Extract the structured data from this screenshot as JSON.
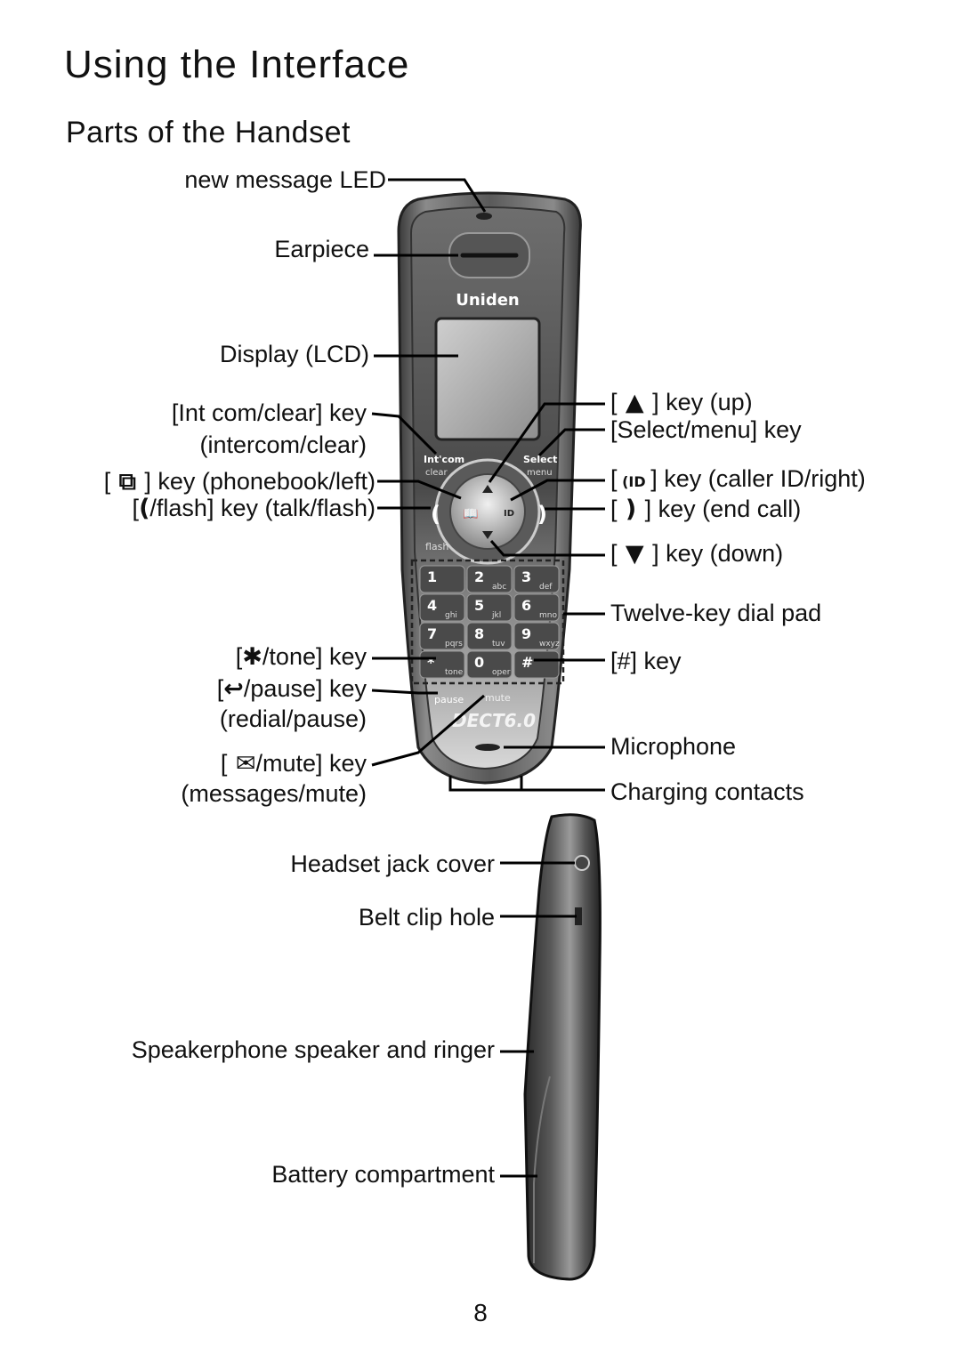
{
  "page": {
    "title": "Using the Interface",
    "subtitle": "Parts of the Handset",
    "page_number": "8"
  },
  "handset_brand": "Uniden",
  "dect_badge": "DECT6.0",
  "keys_on_handset": {
    "intcom": "Int'com",
    "clear": "clear",
    "select": "Select",
    "menu": "menu",
    "flash": "flash",
    "pause": "pause",
    "mute": "mute",
    "tone": "tone",
    "oper": "oper",
    "digits": [
      "1",
      "2",
      "3",
      "4",
      "5",
      "6",
      "7",
      "8",
      "9",
      "*",
      "0",
      "#"
    ],
    "letters": [
      "",
      "abc",
      "def",
      "ghi",
      "jkl",
      "mno",
      "pqrs",
      "tuv",
      "wxyz",
      "tone",
      "oper",
      ""
    ]
  },
  "labels_left": {
    "new_message_led": "new message  LED",
    "earpiece": "Earpiece",
    "display": "Display (LCD)",
    "intcom_key": "[Int com/clear]  key",
    "intcom_key_desc": "(intercom/clear)",
    "phonebook_key_pre": "[",
    "phonebook_key_post": "] key (phonebook/left)",
    "talk_key_pre": "[",
    "talk_key_post": "/flash]  key (talk/flash)",
    "tone_key_pre": "[",
    "tone_key_post": "/tone]  key",
    "pause_key_pre": "[",
    "pause_key_post": "/pause]  key",
    "pause_key_desc": "(redial/pause)",
    "mute_key_pre": "[",
    "mute_key_post": "/mute]  key",
    "mute_key_desc": "(messages/mute)"
  },
  "labels_right": {
    "up_key_pre": "[",
    "up_key_post": "]  key (up)",
    "select_key": "[Select/menu]  key",
    "callerid_key_pre": "[",
    "callerid_key_post": "]  key (caller ID/right)",
    "endcall_key_pre": "[",
    "endcall_key_post": "]  key (end call)",
    "down_key_pre": "[",
    "down_key_post": "]  key (down)",
    "dialpad": "Twelve-key dial pad",
    "pound_key": "[#]  key",
    "microphone": "Microphone",
    "charging": "Charging contacts"
  },
  "labels_side": {
    "headset_jack": "Headset jack cover",
    "belt_clip": "Belt clip hole",
    "speaker": "Speakerphone speaker and ringer",
    "battery": "Battery compartment"
  },
  "icons": {
    "up": "up-arrow-icon",
    "down": "down-arrow-icon",
    "phonebook": "phonebook-icon",
    "callerid": "caller-id-icon",
    "talk": "talk-handset-icon",
    "endcall": "end-call-icon",
    "star": "star-icon",
    "redial": "redial-icon",
    "message": "envelope-icon"
  }
}
